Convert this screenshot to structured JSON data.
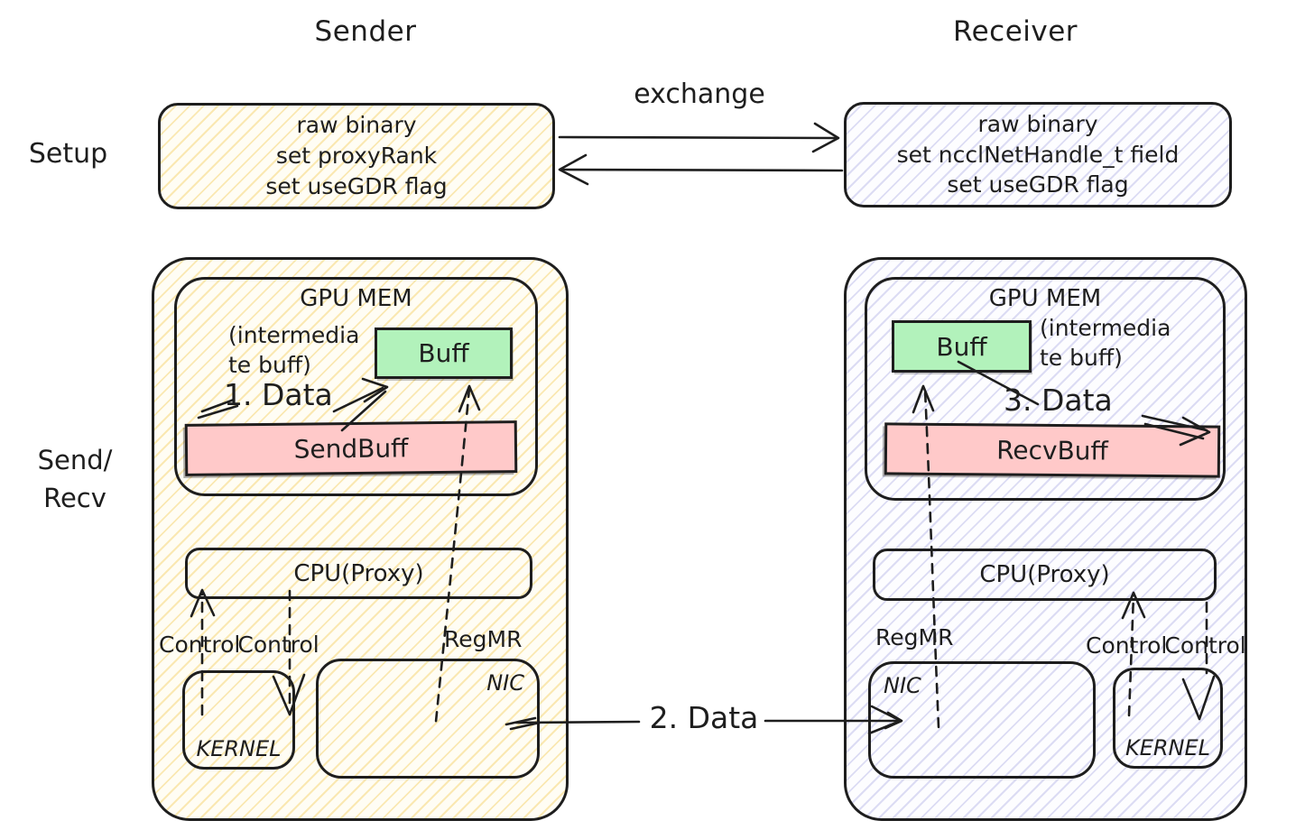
{
  "titles": {
    "sender": "Sender",
    "receiver": "Receiver"
  },
  "row_labels": {
    "setup": "Setup",
    "send_recv": [
      "Send/",
      "Recv"
    ]
  },
  "setup": {
    "exchange_label": "exchange",
    "sender_lines": [
      "raw binary",
      "set proxyRank",
      "set useGDR flag"
    ],
    "receiver_lines": [
      "raw binary",
      "set ncclNetHandle_t field",
      "set useGDR flag"
    ]
  },
  "sender": {
    "gpu_mem": "GPU MEM",
    "intermediate_note": [
      "(intermedia",
      "te buff)"
    ],
    "buff": "Buff",
    "send_buff": "SendBuff",
    "cpu": "CPU(Proxy)",
    "control": [
      "Control",
      "Control"
    ],
    "regmr": "RegMR",
    "nic": "NIC",
    "kernel": "KERNEL"
  },
  "receiver": {
    "gpu_mem": "GPU MEM",
    "intermediate_note": [
      "(intermedia",
      "te buff)"
    ],
    "buff": "Buff",
    "recv_buff": "RecvBuff",
    "cpu": "CPU(Proxy)",
    "control": [
      "Control",
      "Control"
    ],
    "regmr": "RegMR",
    "nic": "NIC",
    "kernel": "KERNEL"
  },
  "flow_labels": {
    "data1": "1. Data",
    "data2": "2. Data",
    "data3": "3. Data"
  },
  "colors": {
    "ink": "#1e1e1e",
    "buff_green": "#b2f2bb",
    "buffer_pink": "#ffc9c9",
    "sender_hatch": "#f3c94f",
    "receiver_hatch": "#8f8fd9"
  }
}
